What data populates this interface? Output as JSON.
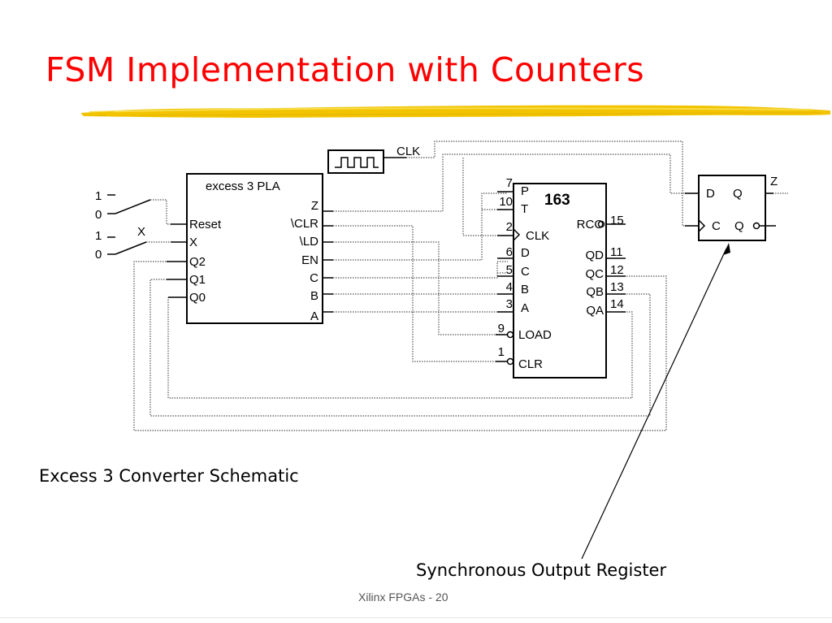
{
  "slide": {
    "title": "FSM Implementation with Counters",
    "caption_left": "Excess 3 Converter Schematic",
    "caption_right": "Synchronous Output Register",
    "footer": "Xilinx FPGAs - 20"
  },
  "colors": {
    "title": "#ff0000",
    "underline": "#f2c400"
  },
  "schematic": {
    "clk_label": "CLK",
    "pla": {
      "title": "excess 3 PLA",
      "inputs": [
        "Reset",
        "X",
        "Q2",
        "Q1",
        "Q0"
      ],
      "outputs": [
        "Z",
        "\\CLR",
        "\\LD",
        "EN",
        "C",
        "B",
        "A"
      ]
    },
    "switches": {
      "levels": [
        "1",
        "0",
        "1",
        "0"
      ],
      "x_label": "X"
    },
    "counter": {
      "part": "163",
      "pin_numbers_left": [
        "7",
        "10",
        "2",
        "6",
        "5",
        "4",
        "3",
        "9",
        "1"
      ],
      "pins_left": [
        "P",
        "T",
        "CLK",
        "D",
        "C",
        "B",
        "A",
        "LOAD",
        "CLR"
      ],
      "pins_right": [
        "RCO",
        "QD",
        "QC",
        "QB",
        "QA"
      ],
      "pin_numbers_right": [
        "15",
        "11",
        "12",
        "13",
        "14"
      ]
    },
    "flipflop": {
      "d": "D",
      "q": "Q",
      "c": "C",
      "qbar": "Q",
      "out_label": "Z"
    }
  }
}
